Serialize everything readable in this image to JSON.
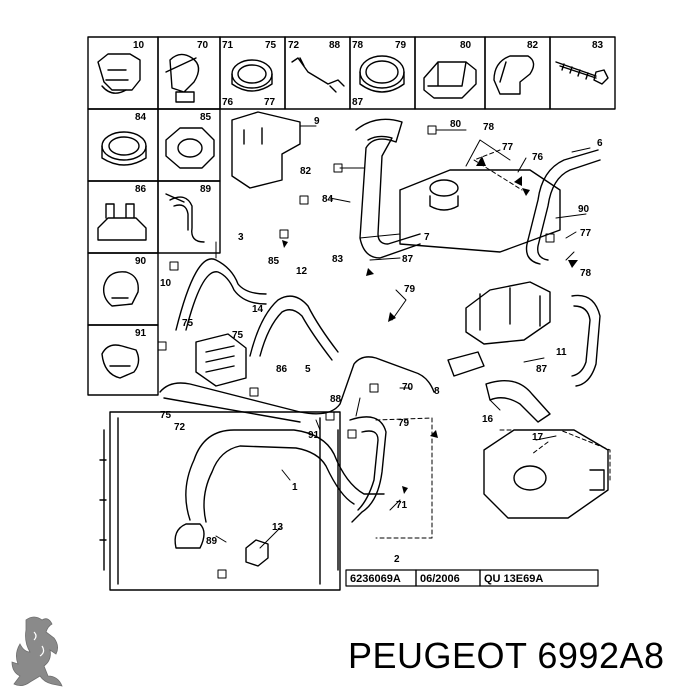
{
  "caption": "PEUGEOT 6992A8",
  "footer_codes": [
    "6236069A",
    "06/2006",
    "QU 13E69A"
  ],
  "logo": {
    "brand": "Peugeot",
    "icon": "lion-logo-icon",
    "color": "#888888"
  },
  "inset_cells": [
    {
      "id": "c1",
      "labels": [
        "10"
      ]
    },
    {
      "id": "c2",
      "labels": [
        "70"
      ]
    },
    {
      "id": "c3",
      "labels": [
        "71",
        "75",
        "76",
        "77"
      ]
    },
    {
      "id": "c4",
      "labels": [
        "72",
        "88"
      ]
    },
    {
      "id": "c5",
      "labels": [
        "78",
        "79",
        "87"
      ]
    },
    {
      "id": "c6",
      "labels": [
        "80"
      ]
    },
    {
      "id": "c7",
      "labels": [
        "82"
      ]
    },
    {
      "id": "c8",
      "labels": [
        "83"
      ]
    },
    {
      "id": "c9",
      "labels": [
        "84"
      ]
    },
    {
      "id": "c10",
      "labels": [
        "85"
      ]
    },
    {
      "id": "c11",
      "labels": [
        "86"
      ]
    },
    {
      "id": "c12",
      "labels": [
        "89"
      ]
    },
    {
      "id": "c13",
      "labels": [
        "90"
      ]
    },
    {
      "id": "c14",
      "labels": [
        "91"
      ]
    }
  ],
  "callouts": [
    "9",
    "80",
    "78",
    "77",
    "76",
    "6",
    "82",
    "84",
    "3",
    "90",
    "77",
    "85",
    "12",
    "83",
    "87",
    "7",
    "10",
    "79",
    "78",
    "14",
    "75",
    "75",
    "86",
    "5",
    "70",
    "8",
    "11",
    "87",
    "16",
    "17",
    "75",
    "72",
    "88",
    "91",
    "79",
    "1",
    "13",
    "89",
    "71",
    "2"
  ]
}
